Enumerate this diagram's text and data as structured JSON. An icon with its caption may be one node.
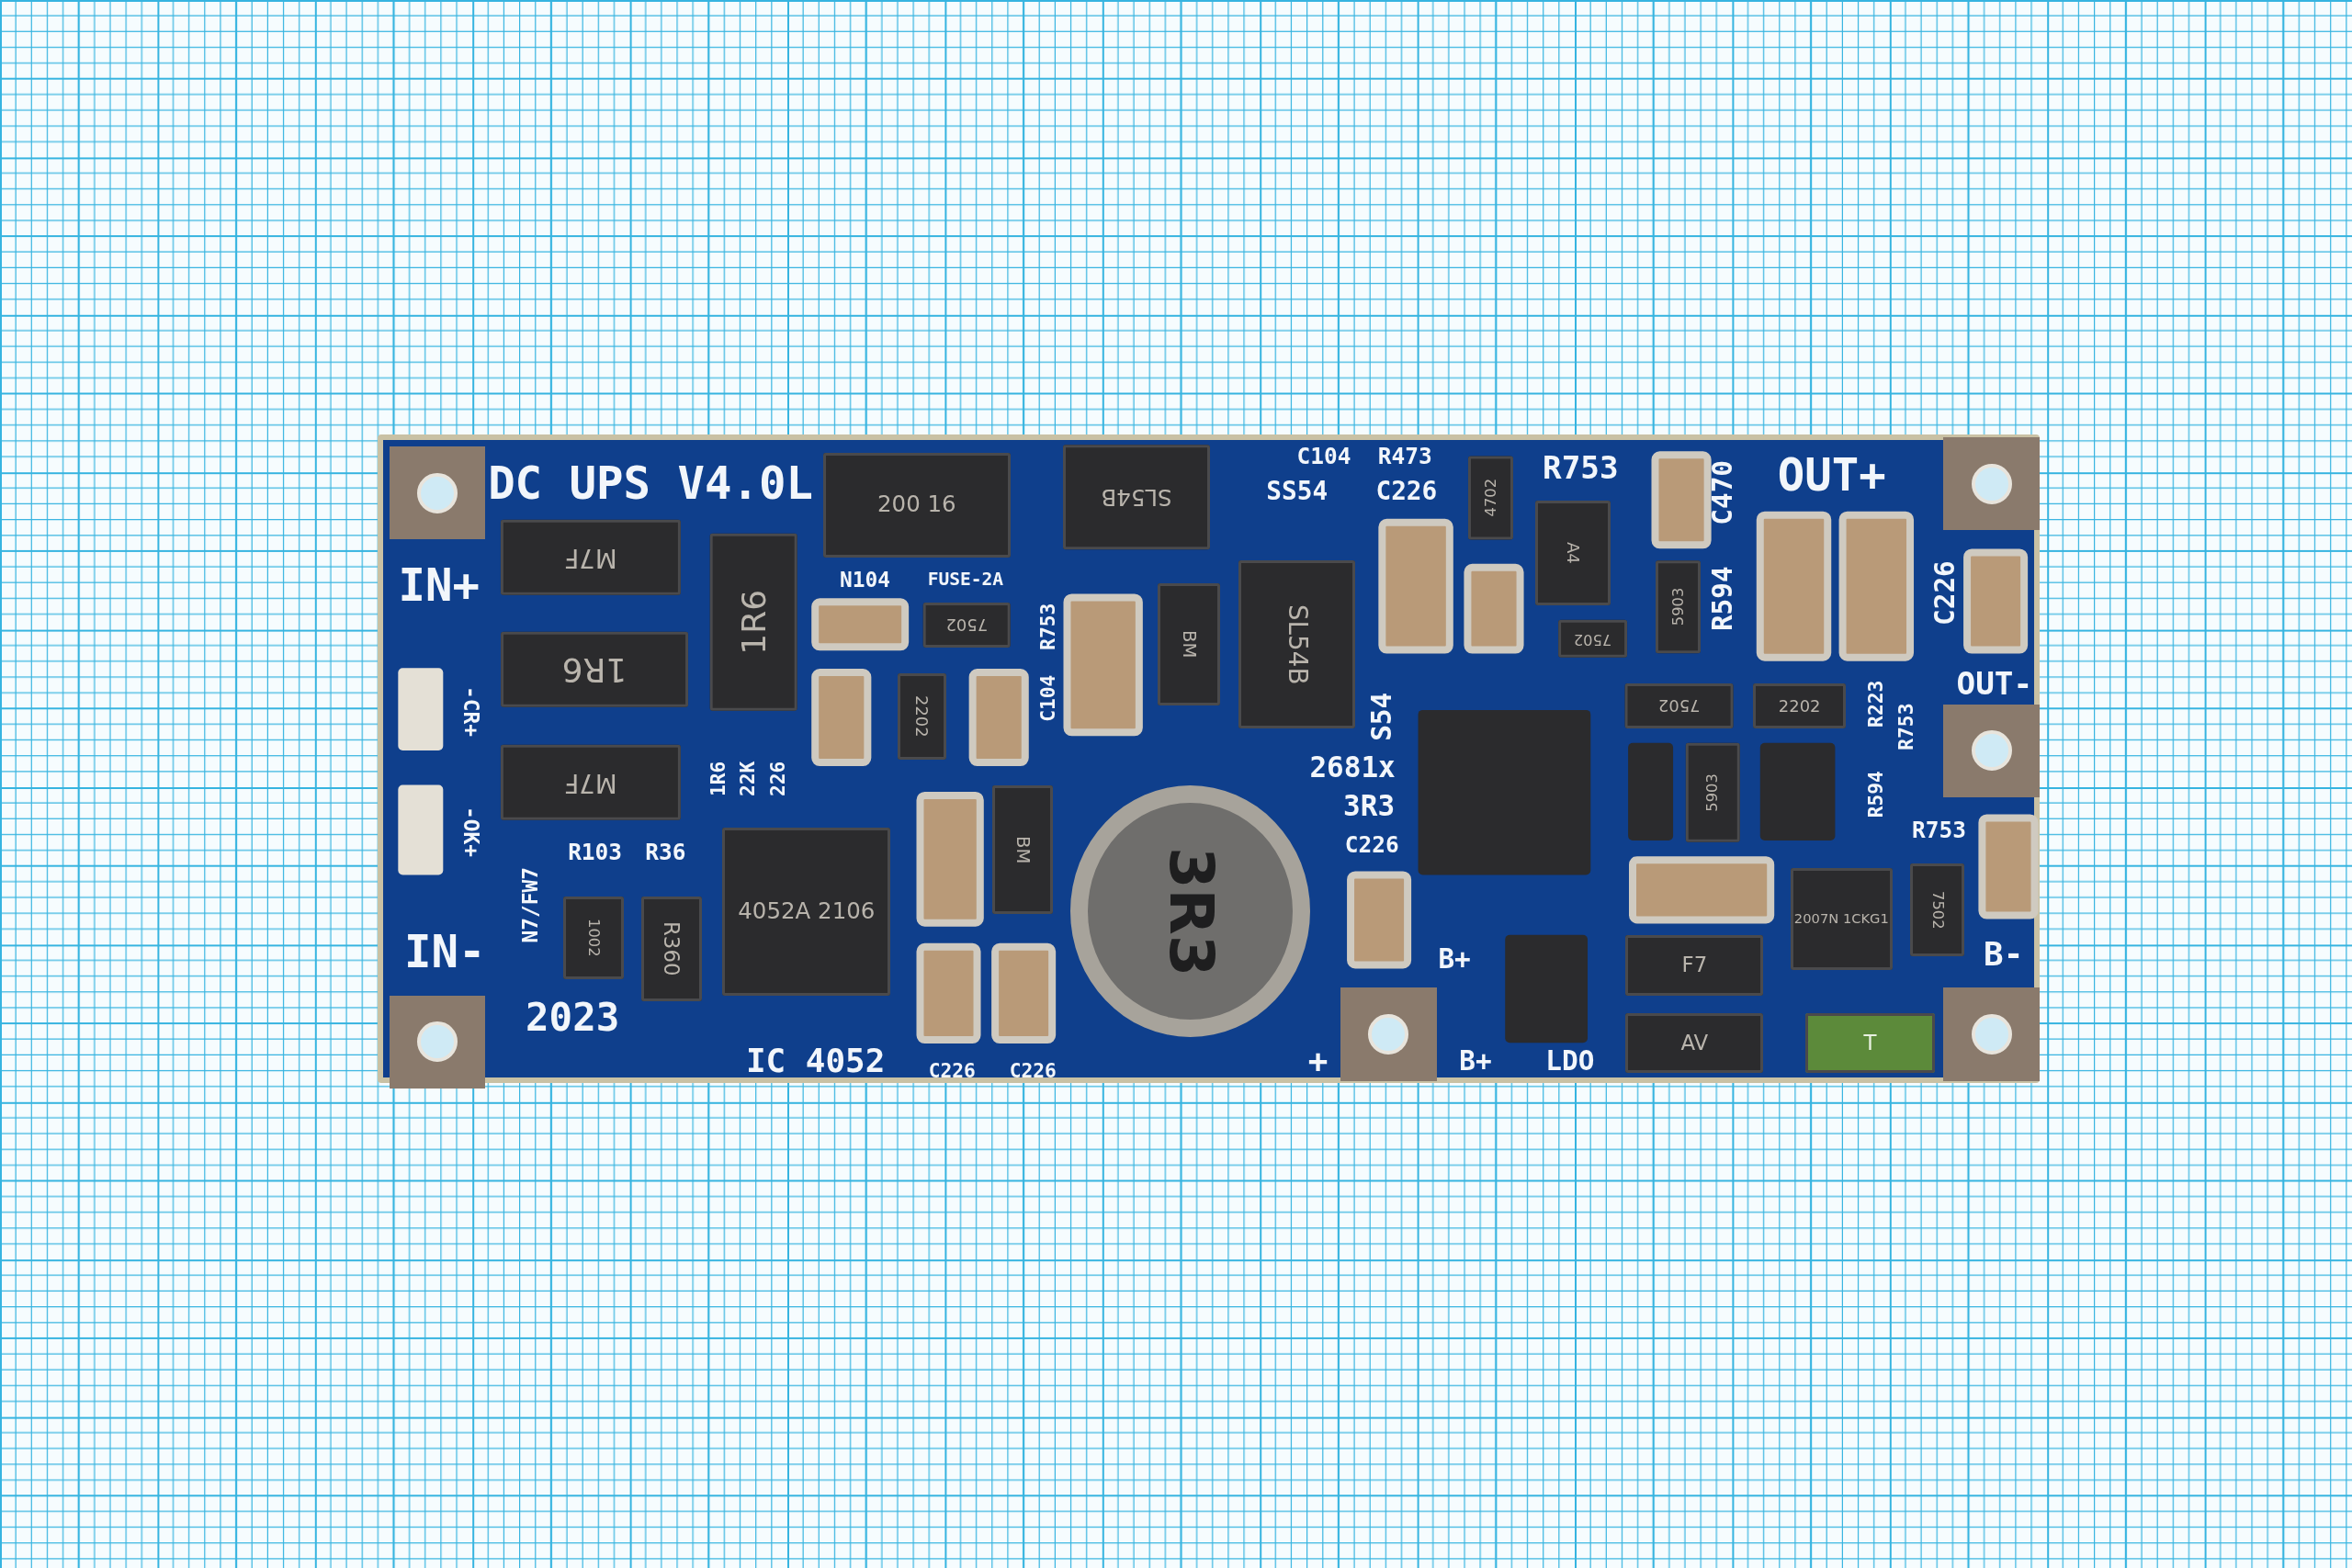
{
  "diagram": {
    "labels": [
      "DC UPS V4.0L",
      "IN+",
      "-CR+",
      "-OK+",
      "IN-",
      "N7/FW7",
      "R103",
      "R36",
      "2023",
      "IC 4052",
      "1R6",
      "22K",
      "226",
      "N104",
      "FUSE-2A",
      "R753",
      "C104",
      "C226",
      "C226",
      "+",
      "C104",
      "R473",
      "SS54",
      "C226",
      "R753",
      "C470",
      "R594",
      "OUT+",
      "C226",
      "OUT-",
      "S54",
      "2681x",
      "3R3",
      "C226",
      "R223",
      "R753",
      "R594",
      "R753",
      "B+",
      "B+",
      "LDO",
      "B-",
      "M7F",
      "1R6",
      "1R6",
      "M7F",
      "200 16",
      "SL54B",
      "7502",
      "2202",
      "BM",
      "SL54B",
      "4052A 2106",
      "1002",
      "R360",
      "BM",
      "3R3",
      "4702",
      "A4",
      "7502",
      "5903",
      "7502",
      "2202",
      "5903",
      "F7",
      "AV",
      "T",
      "2007N 1CKG1",
      "7502"
    ]
  }
}
